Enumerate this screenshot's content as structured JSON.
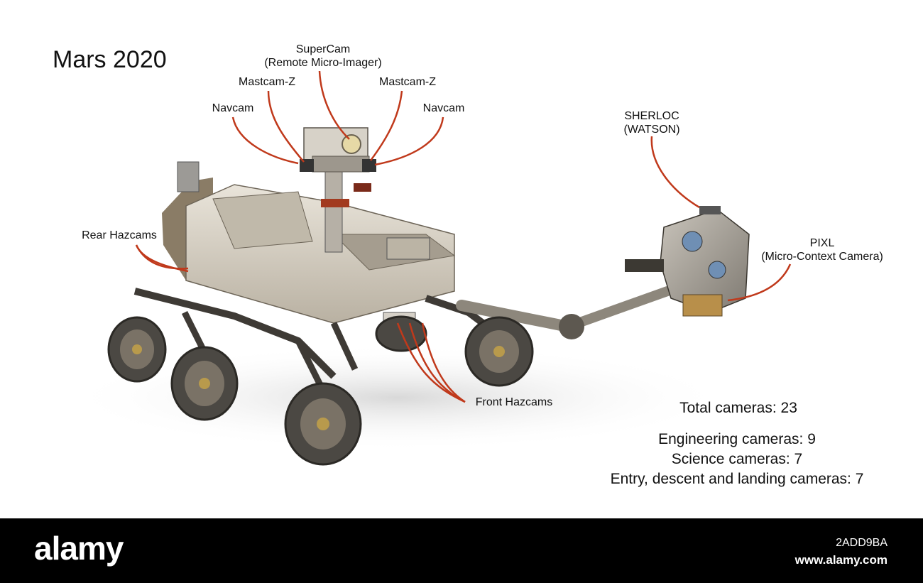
{
  "title": "Mars 2020",
  "labels": {
    "supercam_line1": "SuperCam",
    "supercam_line2": "(Remote Micro-Imager)",
    "mastcam_left": "Mastcam-Z",
    "mastcam_right": "Mastcam-Z",
    "navcam_left": "Navcam",
    "navcam_right": "Navcam",
    "sherloc_line1": "SHERLOC",
    "sherloc_line2": "(WATSON)",
    "rear_hazcams": "Rear Hazcams",
    "pixl_line1": "PIXL",
    "pixl_line2": "(Micro-Context Camera)",
    "front_hazcams": "Front Hazcams"
  },
  "stats": {
    "total": "Total cameras:  23",
    "engineering": "Engineering cameras: 9",
    "science": "Science cameras: 7",
    "edl": "Entry, descent and landing cameras: 7"
  },
  "colors": {
    "leader_line": "#c0391b",
    "background": "#ffffff",
    "footer": "#000000"
  },
  "watermark": {
    "logo": "alamy",
    "image_id": "2ADD9BA",
    "site": "www.alamy.com"
  }
}
